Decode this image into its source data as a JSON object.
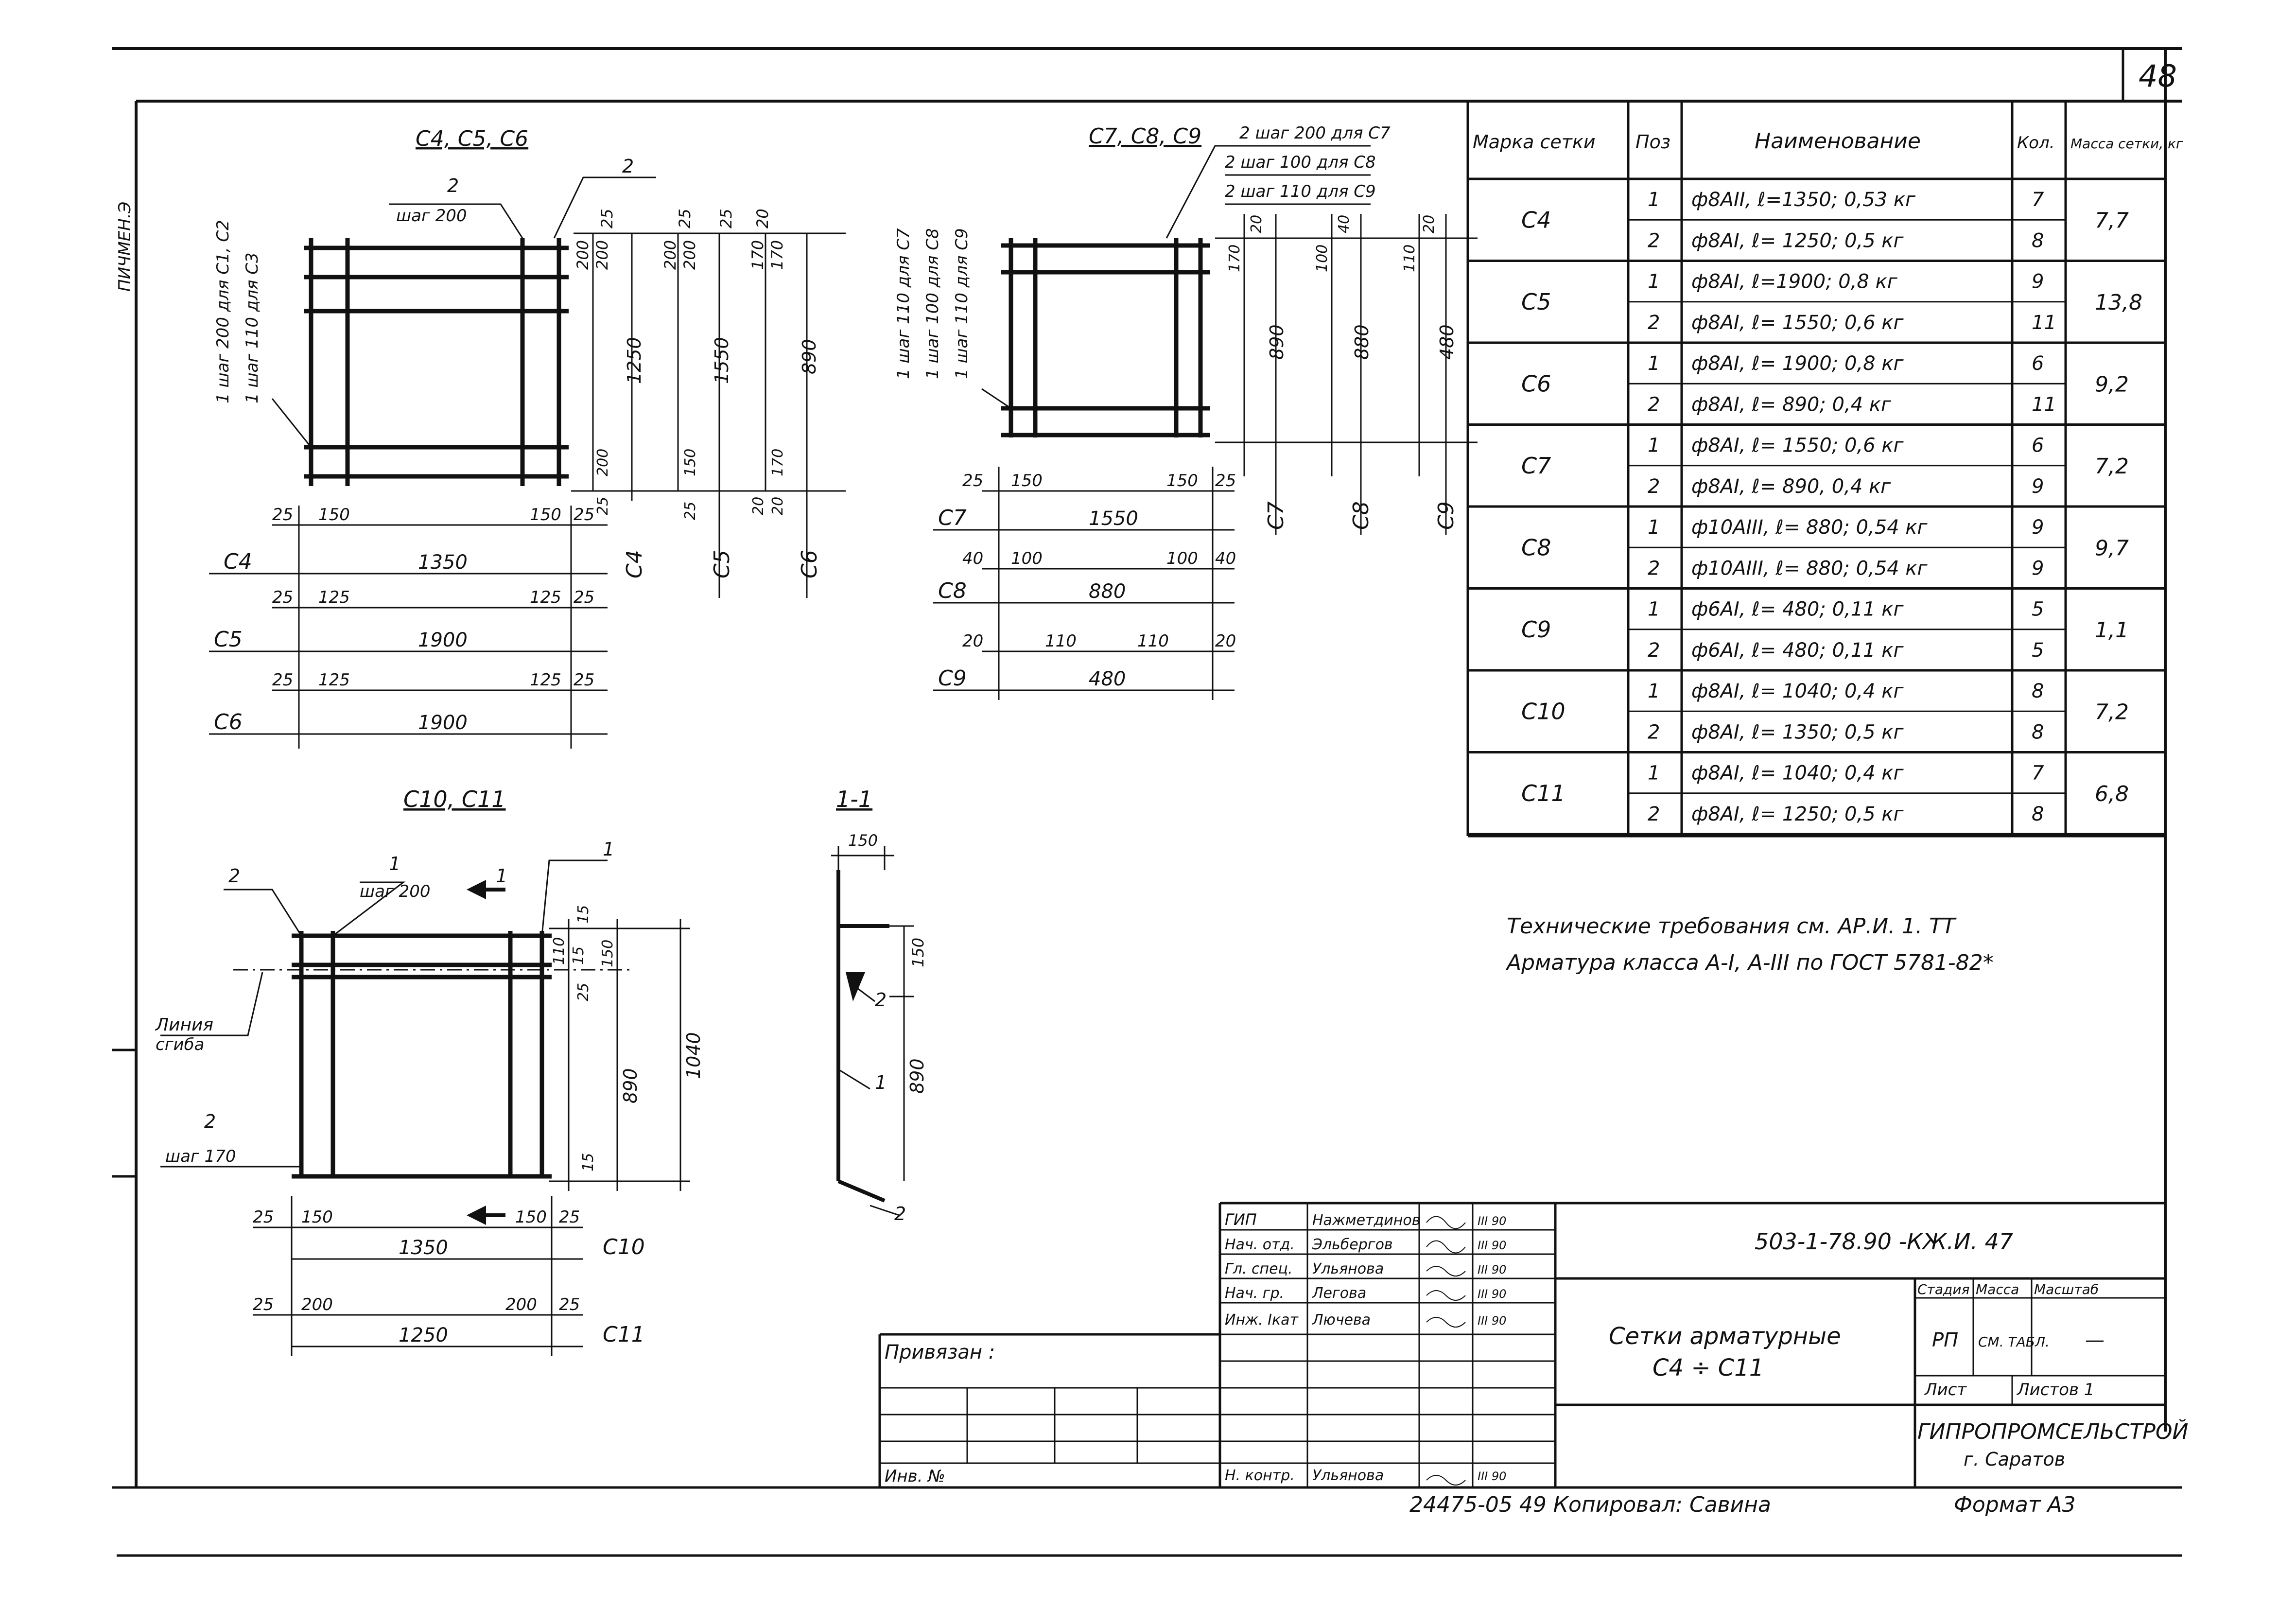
{
  "page_number": "48",
  "side_stamp": "ПИЧМЕН.Э",
  "drawings": {
    "top_left_title": "С4, С5, С6",
    "top_middle_title": "С7, С8, С9",
    "bottom_left_title": "С10, С11",
    "section_title": "1-1"
  },
  "labels_c4c6": {
    "pos2": "2",
    "step200": "шаг 200",
    "pos2b": "2",
    "bar1_text_a": "1 шаг 200 для С1, С2",
    "bar1_text_b": "1 шаг 110 для С3",
    "dims_top": [
      "25",
      "200",
      "200",
      "25",
      "200",
      "200",
      "25",
      "170",
      "170",
      "20"
    ],
    "dims_vertical": [
      "1250",
      "1550",
      "890"
    ],
    "dims_bottom_small": [
      "200",
      "25",
      "150",
      "25",
      "20",
      "170",
      "20"
    ],
    "row_c4": {
      "mark": "С4",
      "left": "25",
      "l2": "150",
      "total": "1350",
      "r1": "150",
      "r2": "25"
    },
    "row_c5": {
      "mark": "С5",
      "left": "25",
      "l2": "125",
      "total": "1900",
      "r1": "125",
      "r2": "25"
    },
    "row_c6": {
      "mark": "С6",
      "left": "25",
      "l2": "125",
      "total": "1900",
      "r1": "125",
      "r2": "25"
    },
    "vertical_marks": [
      "С4",
      "С5",
      "С6"
    ]
  },
  "labels_c7c9": {
    "step_c7": "2 шаг 200 для С7",
    "step_c8": "2 шаг 100 для С8",
    "step_c9": "2 шаг 110 для С9",
    "left_c7": "1 шаг 110 для С7",
    "left_c8": "1 шаг 100 для С8",
    "left_c9": "1 шаг 110 для С9",
    "dims_vertical": [
      "890",
      "880",
      "480"
    ],
    "dims_small": [
      "170",
      "20",
      "40",
      "100",
      "20",
      "110"
    ],
    "row_c7": {
      "mark": "С7",
      "left": "25",
      "l2": "150",
      "total": "1550",
      "r1": "150",
      "r2": "25"
    },
    "row_c8": {
      "mark": "С8",
      "left": "40",
      "l2": "100",
      "total": "880",
      "r1": "100",
      "r2": "40"
    },
    "row_c9": {
      "mark": "С9",
      "left": "20",
      "l2": "110",
      "total": "480",
      "r1": "110",
      "r2": "20"
    },
    "vertical_marks": [
      "С7",
      "С8",
      "С9"
    ]
  },
  "labels_c10c11": {
    "pos1": "1",
    "step200": "шаг 200",
    "pos2": "2",
    "pos1b": "1",
    "section_mark": "1",
    "bend_line_a": "Линия",
    "bend_line_b": "сгиба",
    "pos2b": "2",
    "step170": "шаг 170",
    "dims_right": [
      "15",
      "110",
      "15",
      "150",
      "25",
      "890",
      "1040",
      "15"
    ],
    "row_c10": {
      "mark": "С10",
      "left": "25",
      "l2": "150",
      "total": "1350",
      "r1": "150",
      "r2": "25"
    },
    "row_c11": {
      "mark": "С11",
      "left": "25",
      "l2": "200",
      "total": "1250",
      "r1": "200",
      "r2": "25"
    }
  },
  "section": {
    "top_dim": "150",
    "dim_150": "150",
    "dim_890": "890",
    "pos2": "2",
    "pos1": "1",
    "pos2b": "2"
  },
  "spec_table": {
    "headers": [
      "Марка сетки",
      "Поз",
      "Наименование",
      "Кол.",
      "Масса сетки, кг"
    ],
    "rows": [
      {
        "mark": "С4",
        "mass": "7,7",
        "items": [
          {
            "pos": "1",
            "name": "ф8АII, ℓ=1350;  0,53 кг",
            "qty": "7"
          },
          {
            "pos": "2",
            "name": "ф8АI, ℓ= 1250;  0,5 кг",
            "qty": "8"
          }
        ]
      },
      {
        "mark": "С5",
        "mass": "13,8",
        "items": [
          {
            "pos": "1",
            "name": "ф8АI, ℓ=1900;  0,8 кг",
            "qty": "9"
          },
          {
            "pos": "2",
            "name": "ф8АI, ℓ= 1550;  0,6 кг",
            "qty": "11"
          }
        ]
      },
      {
        "mark": "С6",
        "mass": "9,2",
        "items": [
          {
            "pos": "1",
            "name": "ф8АI, ℓ= 1900;  0,8 кг",
            "qty": "6"
          },
          {
            "pos": "2",
            "name": "ф8АI, ℓ= 890;  0,4 кг",
            "qty": "11"
          }
        ]
      },
      {
        "mark": "С7",
        "mass": "7,2",
        "items": [
          {
            "pos": "1",
            "name": "ф8АI, ℓ= 1550;  0,6 кг",
            "qty": "6"
          },
          {
            "pos": "2",
            "name": "ф8АI, ℓ= 890,  0,4 кг",
            "qty": "9"
          }
        ]
      },
      {
        "mark": "С8",
        "mass": "9,7",
        "items": [
          {
            "pos": "1",
            "name": "ф10АIII, ℓ= 880;  0,54 кг",
            "qty": "9"
          },
          {
            "pos": "2",
            "name": "ф10АIII, ℓ= 880;  0,54 кг",
            "qty": "9"
          }
        ]
      },
      {
        "mark": "С9",
        "mass": "1,1",
        "items": [
          {
            "pos": "1",
            "name": "ф6АI, ℓ= 480;  0,11 кг",
            "qty": "5"
          },
          {
            "pos": "2",
            "name": "ф6АI, ℓ= 480;  0,11 кг",
            "qty": "5"
          }
        ]
      },
      {
        "mark": "С10",
        "mass": "7,2",
        "items": [
          {
            "pos": "1",
            "name": "ф8АI, ℓ= 1040;  0,4 кг",
            "qty": "8"
          },
          {
            "pos": "2",
            "name": "ф8АI, ℓ= 1350;  0,5 кг",
            "qty": "8"
          }
        ]
      },
      {
        "mark": "С11",
        "mass": "6,8",
        "items": [
          {
            "pos": "1",
            "name": "ф8АI, ℓ= 1040;  0,4 кг",
            "qty": "7"
          },
          {
            "pos": "2",
            "name": "ф8АI, ℓ= 1250;  0,5 кг",
            "qty": "8"
          }
        ]
      }
    ]
  },
  "notes": [
    "Технические требования см. АР.И. 1. ТТ",
    "Арматура класса А-I, А-III по ГОСТ 5781-82*"
  ],
  "title_block": {
    "roles": [
      "ГИП",
      "Нач. отд.",
      "Гл. спец.",
      "Нач. гр.",
      "Инж. Ікат"
    ],
    "names": [
      "Нажметдинов",
      "Эльбергов",
      "Ульянова",
      "Легова",
      "Лючева"
    ],
    "dates": [
      "III 90",
      "III 90",
      "III 90",
      "III 90",
      "III 90"
    ],
    "control_role": "Н. контр.",
    "control_name": "Ульянова",
    "control_date": "III 90",
    "doc_code": "503-1-78.90 -КЖ.И. 47",
    "title_line1": "Сетки арматурные",
    "title_line2": "С4 ÷ С11",
    "stage_label": "Стадия",
    "mass_label": "Масса",
    "scale_label": "Масштаб",
    "stage": "РП",
    "mass_value": "СМ. ТАБЛ.",
    "scale_value": "—",
    "sheet_label": "Лист",
    "sheets_label": "Листов 1",
    "org": "ГИПРОПРОМСЕЛЬСТРОЙ",
    "city": "г. Саратов",
    "bound": "Привязан :",
    "inv": "Инв. №"
  },
  "footer": {
    "copy_info": "24475-05   49   Копировал:  Савина",
    "format": "Формат  А3"
  }
}
